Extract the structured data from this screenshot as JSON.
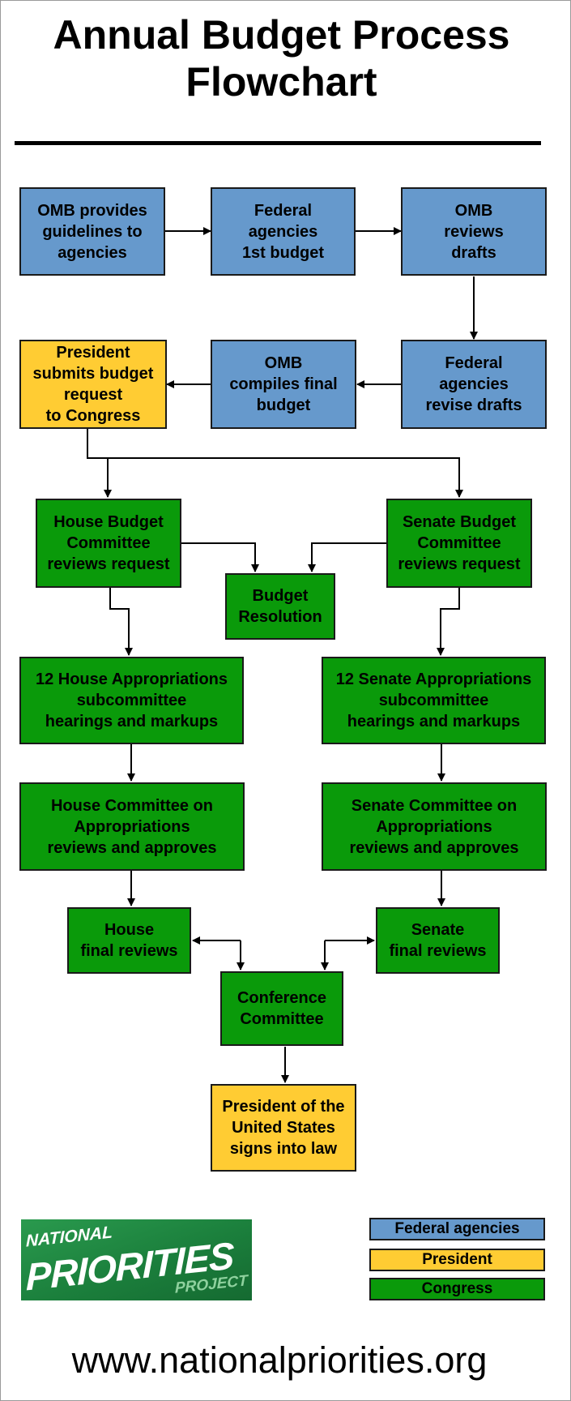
{
  "title": {
    "line1": "Annual Budget Process",
    "line2": "Flowchart"
  },
  "boxes": {
    "omb_guidelines": "OMB provides\nguidelines to\nagencies",
    "agencies_first_budget": "Federal\nagencies\n1st budget",
    "omb_reviews": "OMB\nreviews\ndrafts",
    "president_submits": "President\nsubmits budget\nrequest\nto Congress",
    "omb_compiles": "OMB\ncompiles final\nbudget",
    "agencies_revise": "Federal\nagencies\nrevise drafts",
    "house_budget": "House Budget\nCommittee\nreviews request",
    "senate_budget": "Senate Budget\nCommittee\nreviews request",
    "budget_resolution": "Budget\nResolution",
    "house_approps_sub": "12 House Appropriations\nsubcommittee\nhearings and markups",
    "senate_approps_sub": "12 Senate Appropriations\nsubcommittee\nhearings and markups",
    "house_committee": "House Committee on\nAppropriations\nreviews and approves",
    "senate_committee": "Senate Committee on\nAppropriations\nreviews and approves",
    "house_final": "House\nfinal reviews",
    "senate_final": "Senate\nfinal reviews",
    "conference": "Conference\nCommittee",
    "president_signs": "President of the\nUnited States\nsigns into law"
  },
  "legend": {
    "federal": "Federal agencies",
    "president": "President",
    "congress": "Congress"
  },
  "logo": {
    "line1": "NATIONAL",
    "line2": "PRIORITIES",
    "line3": "PROJECT"
  },
  "url": "www.nationalpriorities.org",
  "colors": {
    "federal": "#6699cc",
    "president": "#ffcc33",
    "congress": "#0a9a0a"
  }
}
